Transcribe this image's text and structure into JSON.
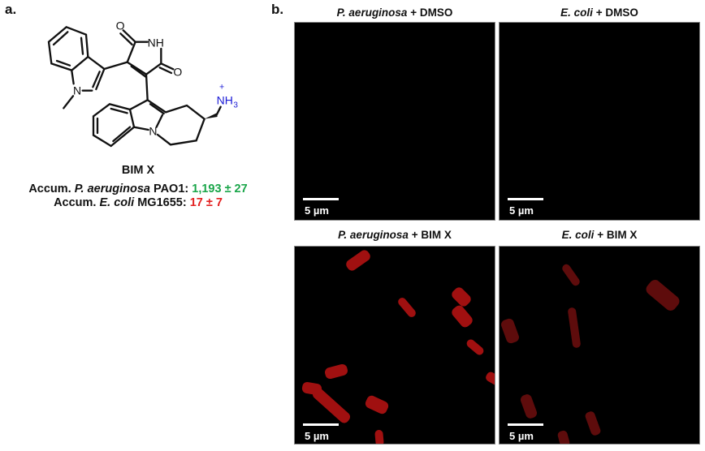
{
  "panel_a": {
    "label": "a.",
    "compound_name": "BIM X",
    "atom_labels": {
      "o1": "O",
      "o2": "O",
      "nh": "NH",
      "n1": "N",
      "n2": "N",
      "nh3": "NH",
      "nh3_sub": "3",
      "charge": "+"
    },
    "accum_pa": {
      "prefix": "Accum. ",
      "species": "P. aeruginosa",
      "strain": " PAO1: ",
      "value": "1,193 ± 27"
    },
    "accum_ec": {
      "prefix": "Accum. ",
      "species": "E. coli",
      "strain": " MG1655: ",
      "value": "17 ± 7"
    },
    "colors": {
      "high": "#1aa64a",
      "low": "#e32020",
      "amine": "#1a1ad6"
    }
  },
  "panel_b": {
    "label": "b.",
    "images": [
      {
        "species": "P. aeruginosa",
        "treatment": " + DMSO",
        "scale": "5 µm"
      },
      {
        "species": "E. coli",
        "treatment": " + DMSO",
        "scale": "5 µm"
      },
      {
        "species": "P. aeruginosa",
        "treatment": " + BIM X",
        "scale": "5 µm"
      },
      {
        "species": "E. coli",
        "treatment": " + BIM X",
        "scale": "5 µm"
      }
    ],
    "colors": {
      "bright_cells": "#a01010",
      "dim_cells": "#5e0c0c"
    }
  }
}
